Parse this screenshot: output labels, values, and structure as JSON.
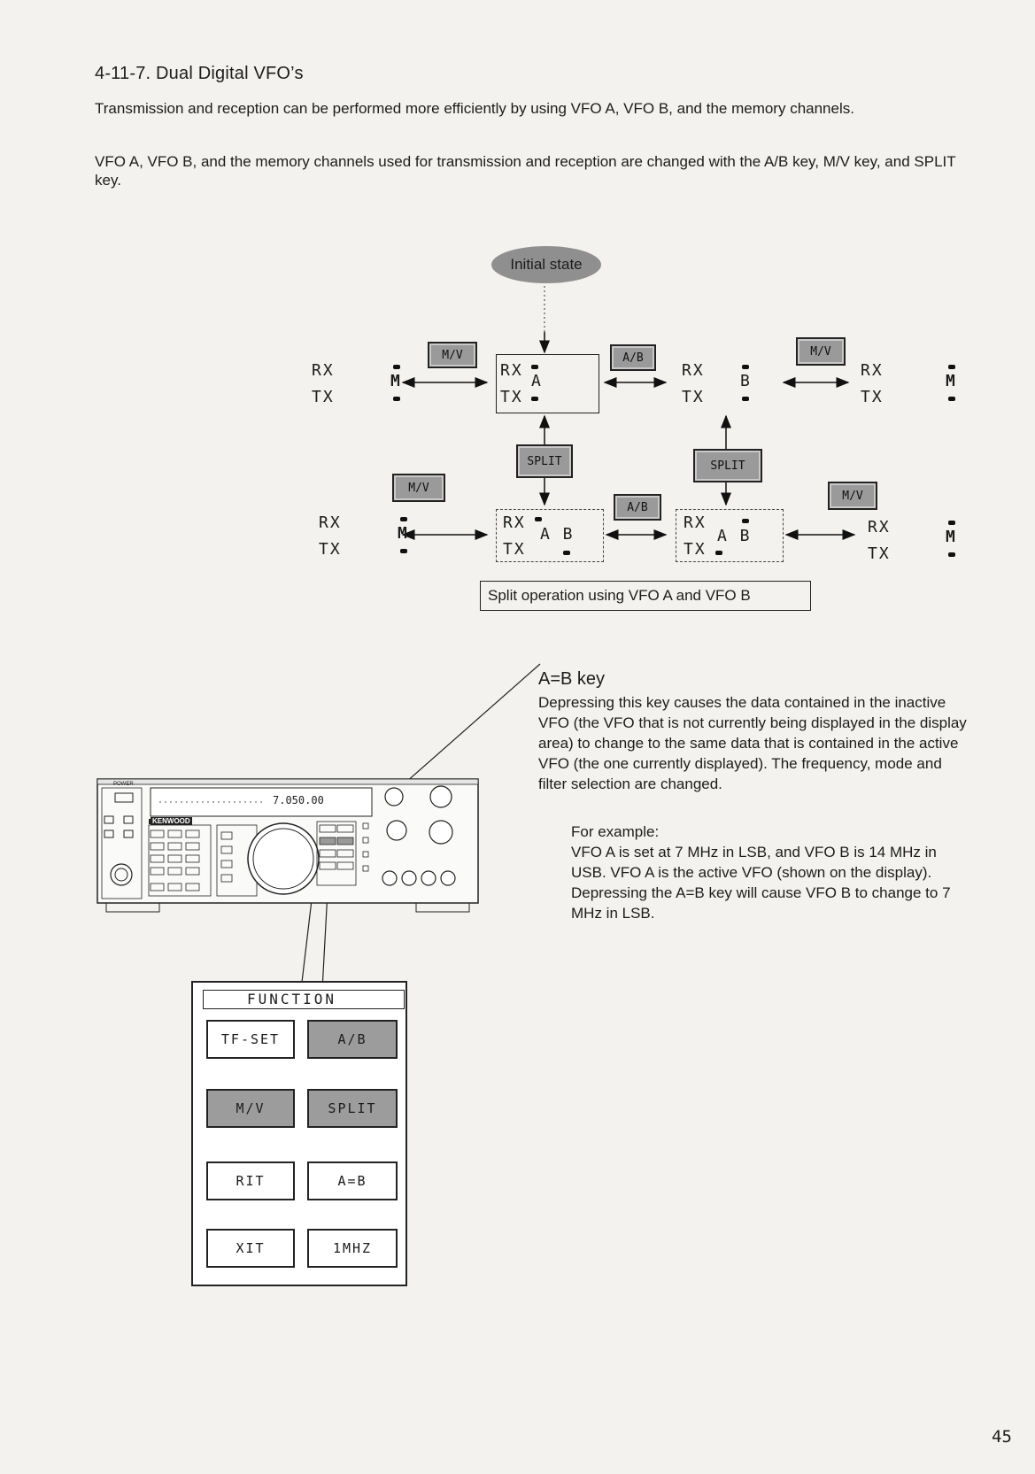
{
  "section": {
    "heading": "4-11-7.  Dual Digital VFO’s"
  },
  "intro": {
    "p1": "Transmission and reception can be performed more efficiently by using VFO A, VFO B, and the memory channels.",
    "p2": "VFO A, VFO B, and the memory channels used for transmission and reception are changed with the A/B key, M/V key, and SPLIT key."
  },
  "diagram": {
    "initial_state": "Initial state",
    "rx": "RX",
    "tx": "TX",
    "m": "M",
    "a": "A",
    "b": "B",
    "ab": "A B",
    "key_mv": "M/V",
    "key_ab": "A/B",
    "key_split": "SPLIT",
    "caption": "Split operation using VFO A and VFO B"
  },
  "radio": {
    "display_freq": "7.050.00",
    "brand": "KENWOOD",
    "power_label": "POWER"
  },
  "ab_key_note": {
    "title": "A=B key",
    "body": "Depressing this key causes the data contained in the inactive VFO (the VFO that is not currently being displayed in the display area) to change to the same data that is contained in the active VFO (the one currently displayed). The frequency, mode and filter selection are changed.",
    "example_label": "For example:",
    "example_body": "VFO A is set at 7 MHz in LSB, and VFO B is 14 MHz in USB. VFO A is the active VFO (shown on the display). Depressing the A=B key will cause VFO B to change to 7 MHz in LSB."
  },
  "function_panel": {
    "title": "FUNCTION",
    "keys": [
      "TF-SET",
      "A/B",
      "M/V",
      "SPLIT",
      "RIT",
      "A=B",
      "XIT",
      "1MHZ"
    ]
  },
  "page_number": "45"
}
